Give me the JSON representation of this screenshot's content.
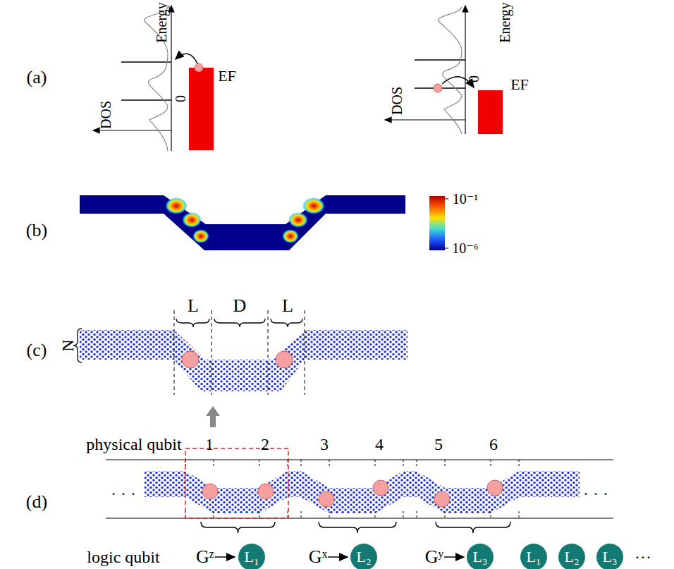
{
  "diagram": {
    "nodes": [
      {
        "text": [
          "L₁"
        ]
      },
      {
        "text": [
          "L₂"
        ]
      },
      {
        "text": [
          "L₃"
        ]
      },
      {
        "text": [
          "L₁"
        ]
      },
      {
        "text": [
          "L₂"
        ]
      },
      {
        "text": [
          "L₃"
        ]
      }
    ],
    "labels": [
      "(a)",
      "Energy",
      "0",
      "EF",
      "DOS",
      "Energy",
      "0",
      "EF",
      "DOS",
      "(b)",
      "10⁻¹",
      "10⁻⁶",
      "(c)",
      "N",
      "L",
      "D",
      "L",
      "physical qubit",
      "1",
      "2",
      "3",
      "4",
      "5",
      "6",
      "(d)",
      "· · ·",
      "· · ·",
      "logic qubit",
      "Gᶻ",
      "Gˣ",
      "Gʸ",
      "···"
    ]
  }
}
